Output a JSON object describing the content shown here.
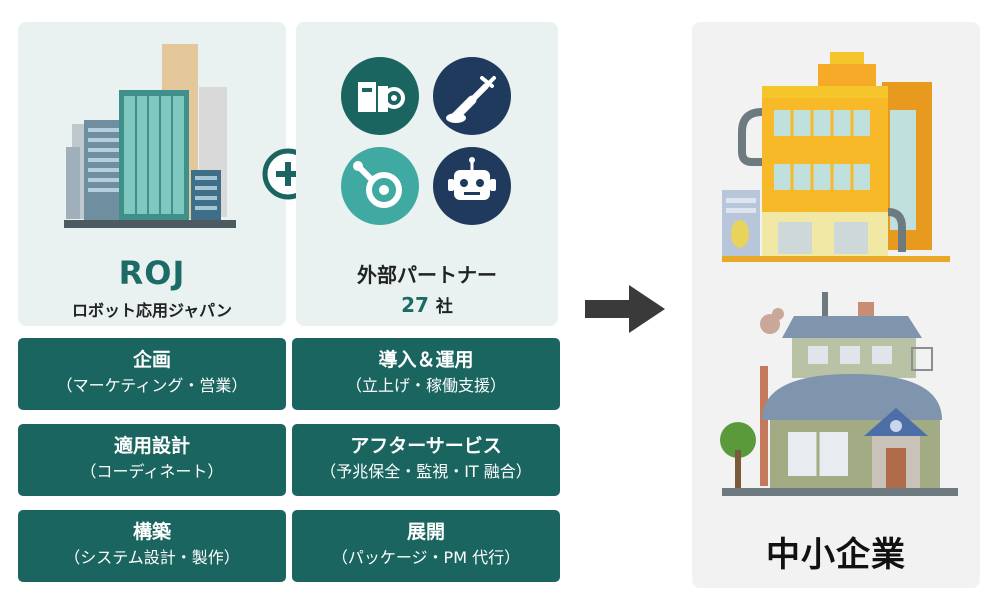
{
  "roj": {
    "title": "ROJ",
    "subtitle": "ロボット応用ジャパン"
  },
  "partners": {
    "title": "外部パートナー",
    "count": "27",
    "count_unit": "社",
    "icons": [
      "factory-gear-icon",
      "robot-arm-icon",
      "gear-tool-icon",
      "robot-head-icon"
    ]
  },
  "roj_services": [
    {
      "title": "企画",
      "detail": "（マーケティング・営業）"
    },
    {
      "title": "適用設計",
      "detail": "（コーディネート）"
    },
    {
      "title": "構築",
      "detail": "（システム設計・製作）"
    }
  ],
  "partner_services": [
    {
      "title": "導入＆運用",
      "detail": "（立上げ・稼働支援）"
    },
    {
      "title": "アフターサービス",
      "detail": "（予兆保全・監視・IT 融合）"
    },
    {
      "title": "展開",
      "detail": "（パッケージ・PM 代行）"
    }
  ],
  "target": {
    "label": "中小企業"
  },
  "colors": {
    "teal_dark": "#1a6560",
    "teal_panel": "#e9f2f0",
    "teal_text": "#1d6b66",
    "navy_icon": "#1f3a5c"
  }
}
